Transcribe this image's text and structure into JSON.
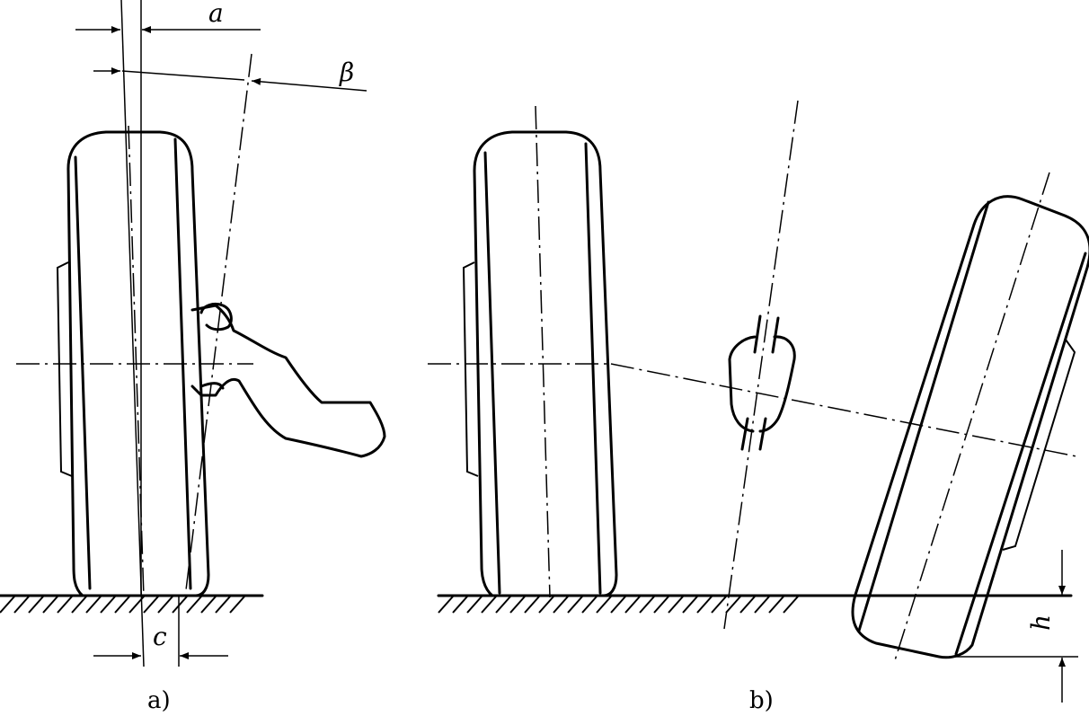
{
  "labels": {
    "a": "a",
    "beta": "β",
    "c": "c",
    "h": "h",
    "caption_a": "a)",
    "caption_b": "b)"
  }
}
